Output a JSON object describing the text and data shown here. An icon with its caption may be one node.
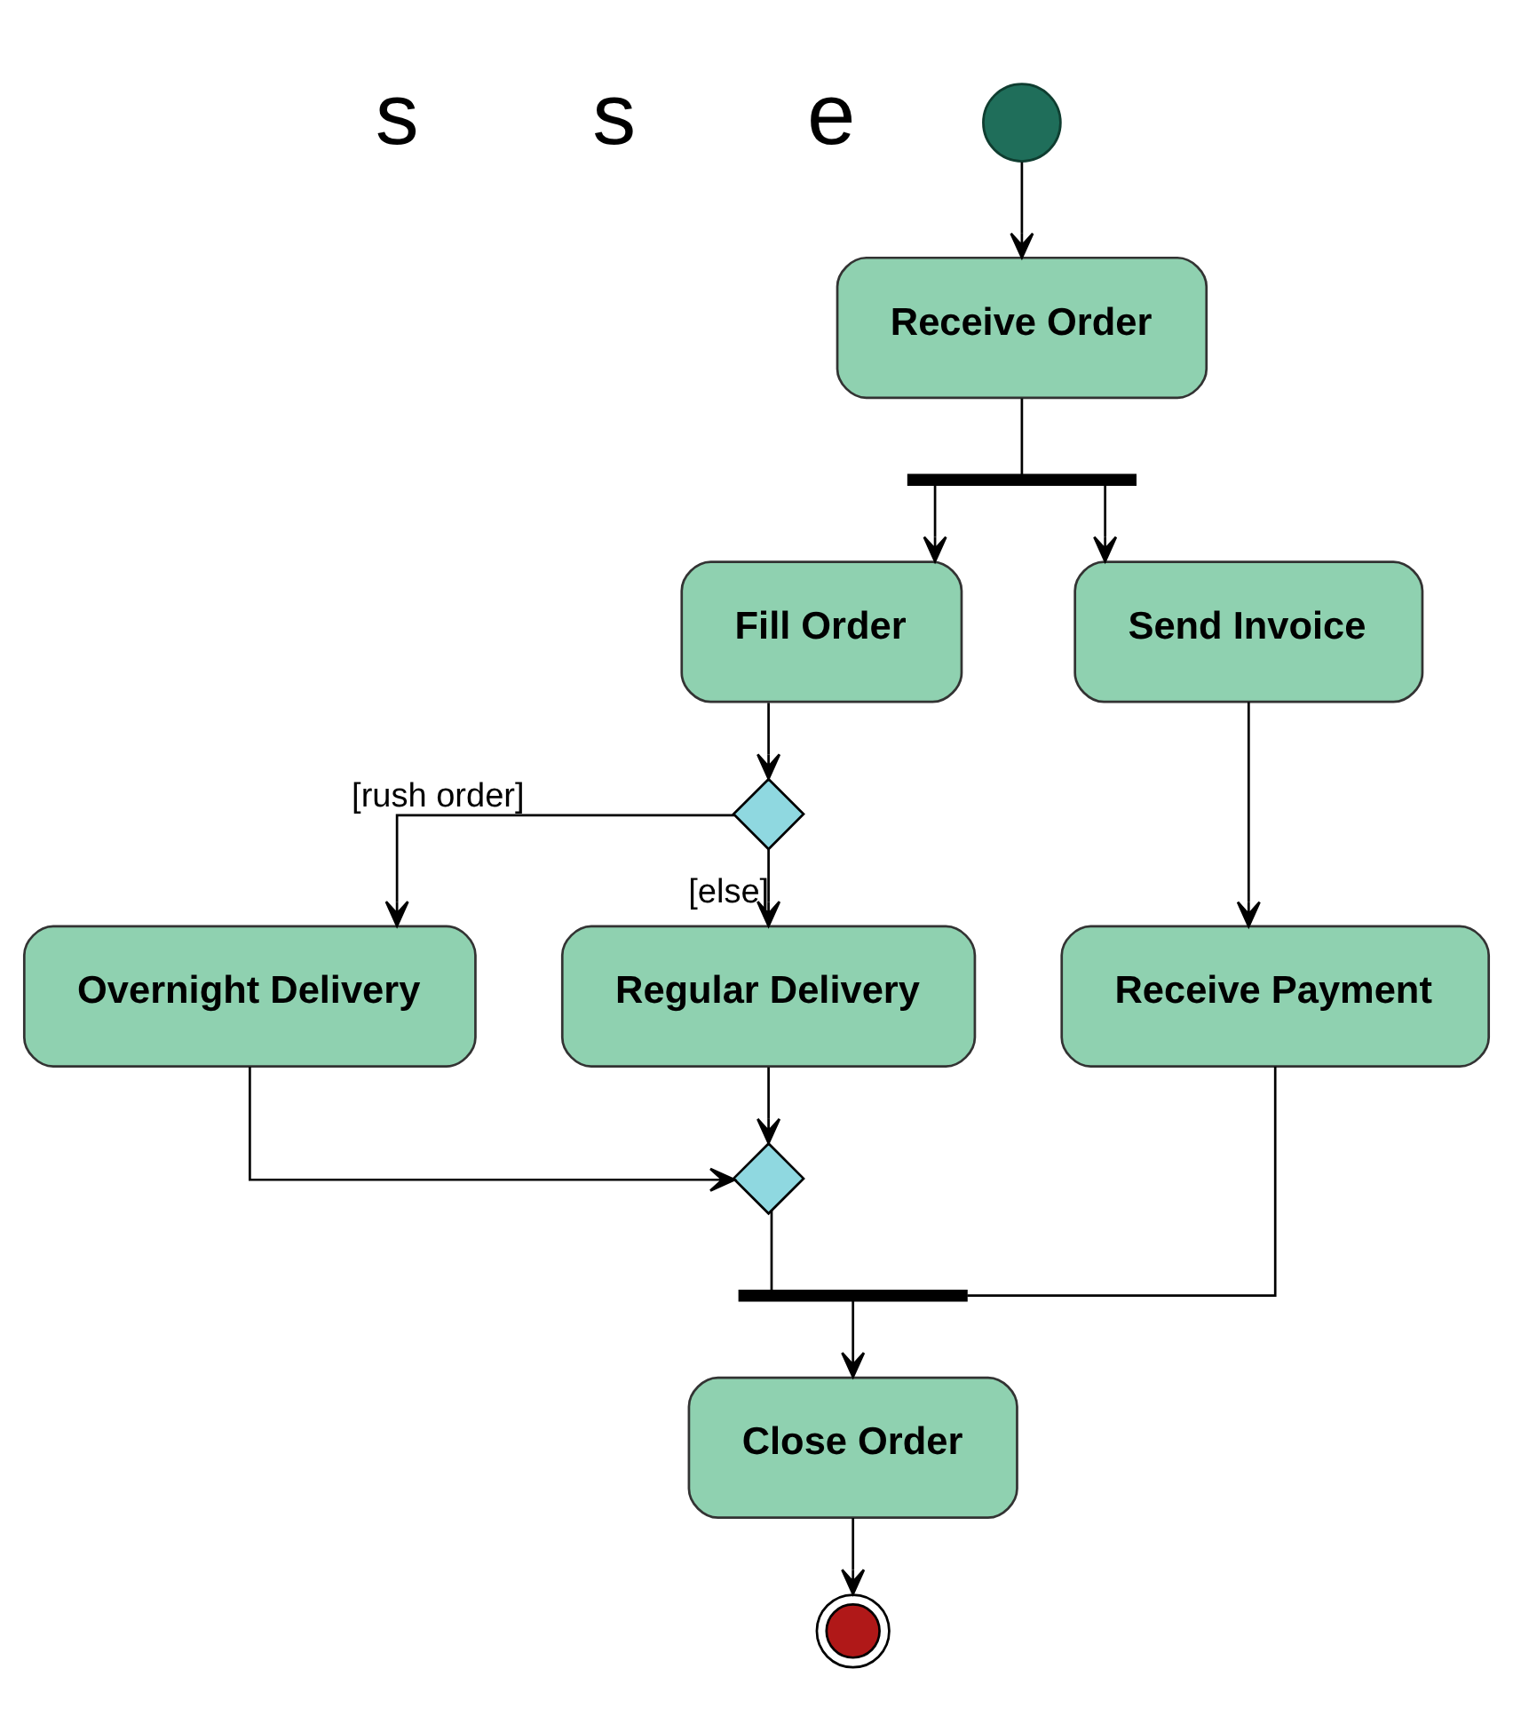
{
  "diagram": {
    "nodes": [
      {
        "text": [],
        "shape": "circle"
      },
      {
        "text": [
          "Receive Order"
        ]
      },
      {
        "text": [],
        "shape": "bar"
      },
      {
        "text": [
          "Fill Order"
        ]
      },
      {
        "text": [
          "Send Invoice"
        ]
      },
      {
        "text": [],
        "shape": "diamond"
      },
      {
        "text": [
          "Overnight Delivery"
        ]
      },
      {
        "text": [
          "Regular Delivery"
        ]
      },
      {
        "text": [
          "Receive Payment"
        ]
      },
      {
        "text": [],
        "shape": "diamond"
      },
      {
        "text": [],
        "shape": "bar"
      },
      {
        "text": [
          "Close Order"
        ]
      },
      {
        "text": [],
        "shape": "circle"
      }
    ],
    "edges": [
      {
        "from": 0,
        "to": 1,
        "arrow": "to"
      },
      {
        "from": 1,
        "to": 2,
        "arrow": "none"
      },
      {
        "from": 2,
        "to": 3,
        "arrow": "to"
      },
      {
        "from": 2,
        "to": 4,
        "arrow": "to"
      },
      {
        "from": 3,
        "to": 5,
        "arrow": "to"
      },
      {
        "from": 5,
        "to": 6,
        "label": "[rush order]",
        "arrow": "to"
      },
      {
        "from": 5,
        "to": 7,
        "label": "[else]",
        "arrow": "to"
      },
      {
        "from": 4,
        "to": 8,
        "arrow": "to"
      },
      {
        "from": 6,
        "to": 9,
        "arrow": "to"
      },
      {
        "from": 7,
        "to": 9,
        "arrow": "to"
      },
      {
        "from": 9,
        "to": 10,
        "arrow": "none"
      },
      {
        "from": 8,
        "to": 10,
        "arrow": "none"
      },
      {
        "from": 10,
        "to": 11,
        "arrow": "to"
      },
      {
        "from": 11,
        "to": 12,
        "arrow": "to"
      }
    ],
    "labels": [
      "s",
      "s",
      "e"
    ]
  }
}
